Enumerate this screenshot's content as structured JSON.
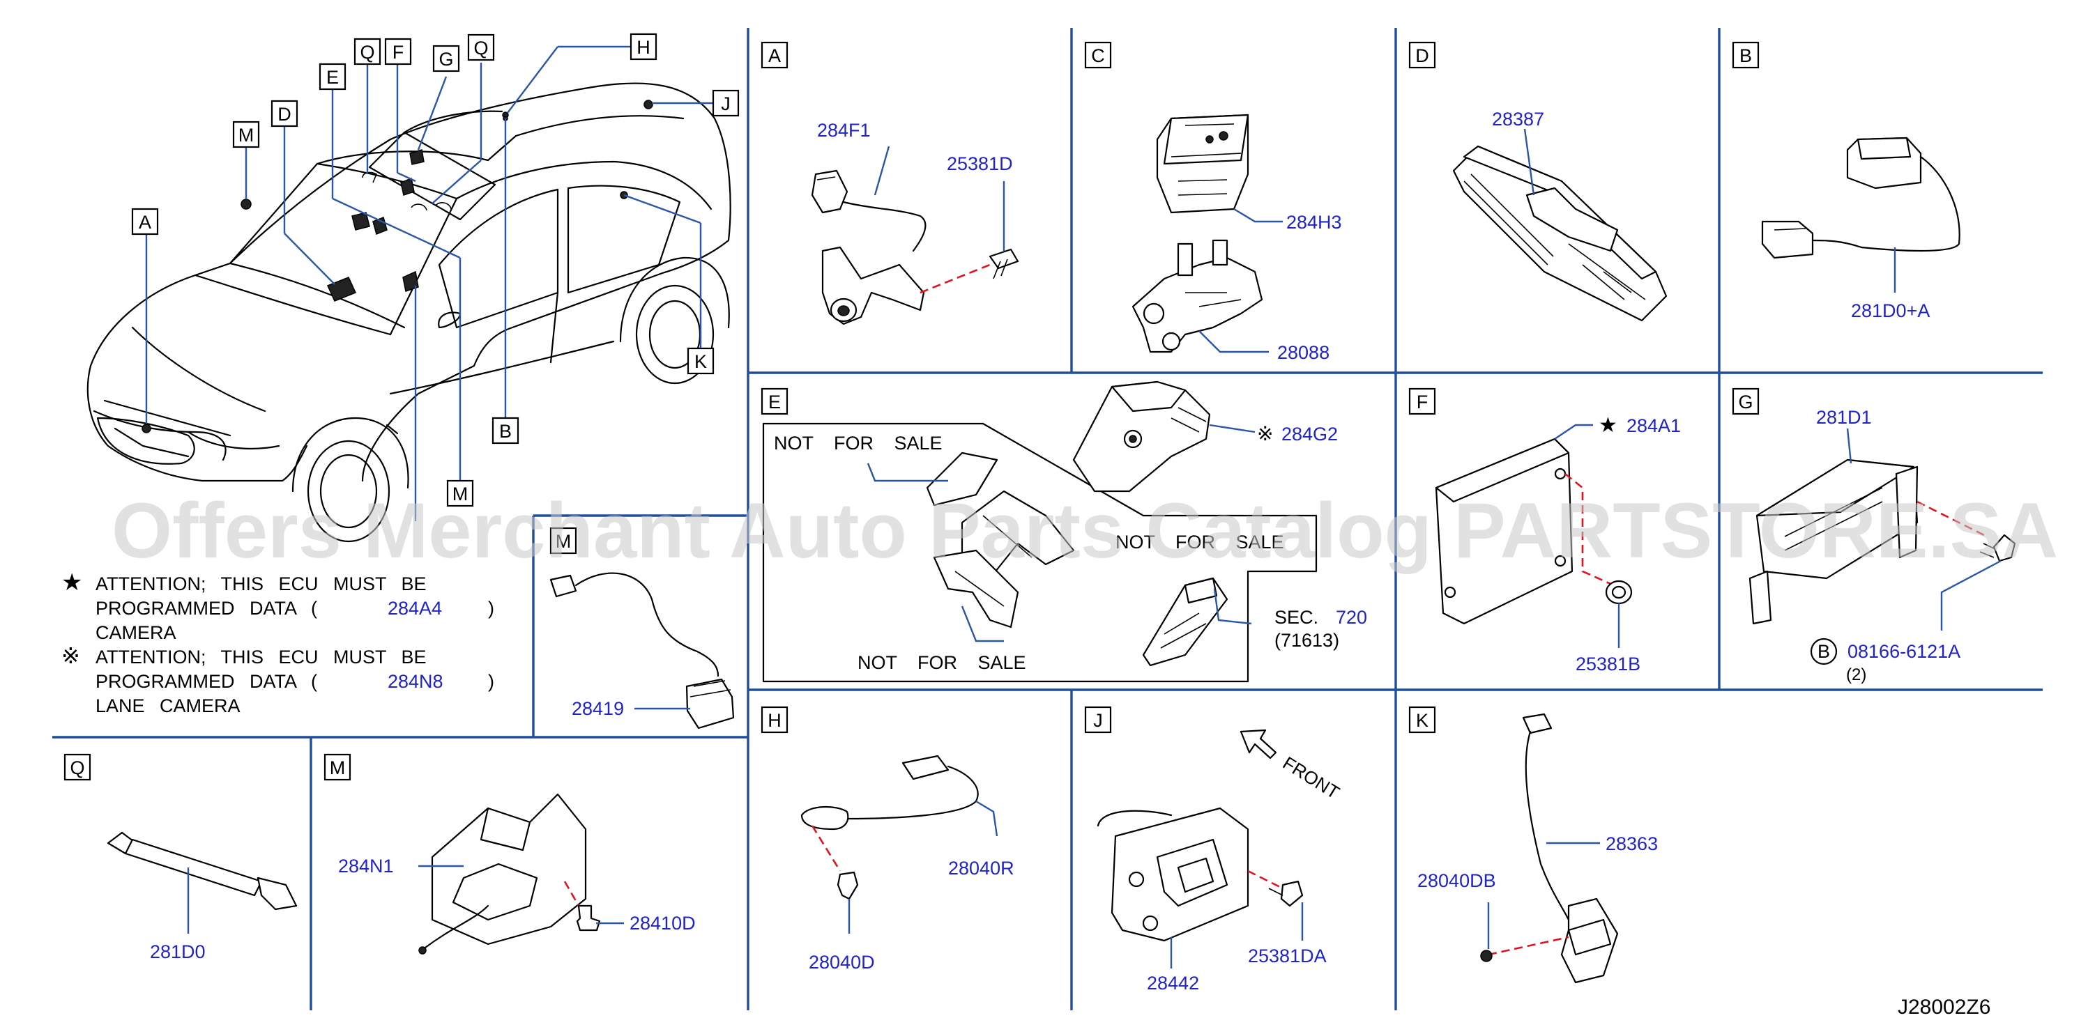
{
  "diagram_code": "J28002Z6",
  "watermark": "Offers Merchant Auto Parts Catalog PARTSTORE.SA",
  "car_callouts": [
    "A",
    "B",
    "D",
    "E",
    "F",
    "G",
    "H",
    "J",
    "K",
    "M",
    "M",
    "Q",
    "Q"
  ],
  "panels": {
    "A": {
      "letter": "A",
      "parts": [
        "284F1",
        "25381D"
      ]
    },
    "C": {
      "letter": "C",
      "parts": [
        "284H3",
        "28088"
      ]
    },
    "D": {
      "letter": "D",
      "parts": [
        "28387"
      ]
    },
    "B": {
      "letter": "B",
      "parts": [
        "281D0+A"
      ]
    },
    "E": {
      "letter": "E",
      "parts": [
        "284G2"
      ],
      "not_for_sale": "NOT FOR SALE",
      "sec_label": "SEC.",
      "sec_number": "720",
      "sec_ref": "(71613)"
    },
    "F": {
      "letter": "F",
      "parts": [
        "284A1",
        "25381B"
      ]
    },
    "G": {
      "letter": "G",
      "parts": [
        "281D1",
        "08166-6121A"
      ],
      "bolt_symbol": "B",
      "bolt_qty": "(2)"
    },
    "M_upper": {
      "letter": "M",
      "parts": [
        "28419"
      ]
    },
    "Q": {
      "letter": "Q",
      "parts": [
        "281D0"
      ]
    },
    "M": {
      "letter": "M",
      "parts": [
        "284N1",
        "28410D"
      ]
    },
    "H": {
      "letter": "H",
      "parts": [
        "28040R",
        "28040D"
      ]
    },
    "J": {
      "letter": "J",
      "parts": [
        "28442",
        "25381DA"
      ],
      "front": "FRONT"
    },
    "K": {
      "letter": "K",
      "parts": [
        "28363",
        "28040DB"
      ]
    }
  },
  "notes": [
    {
      "symbol": "★",
      "line1": "ATTENTION; THIS ECU MUST BE",
      "line2_prefix": "PROGRAMMED DATA (",
      "part": "284A4",
      "line2_suffix": ")",
      "line3": "CAMERA"
    },
    {
      "symbol": "※",
      "line1": "ATTENTION; THIS ECU MUST BE",
      "line2_prefix": "PROGRAMMED DATA (",
      "part": "284N8",
      "line2_suffix": ")",
      "line3": "LANE CAMERA"
    }
  ],
  "colors": {
    "grid": "#1f4e9c",
    "part_number": "#1f23c8",
    "leader": "#2a56a8",
    "fastener_line": "#e0131e"
  }
}
